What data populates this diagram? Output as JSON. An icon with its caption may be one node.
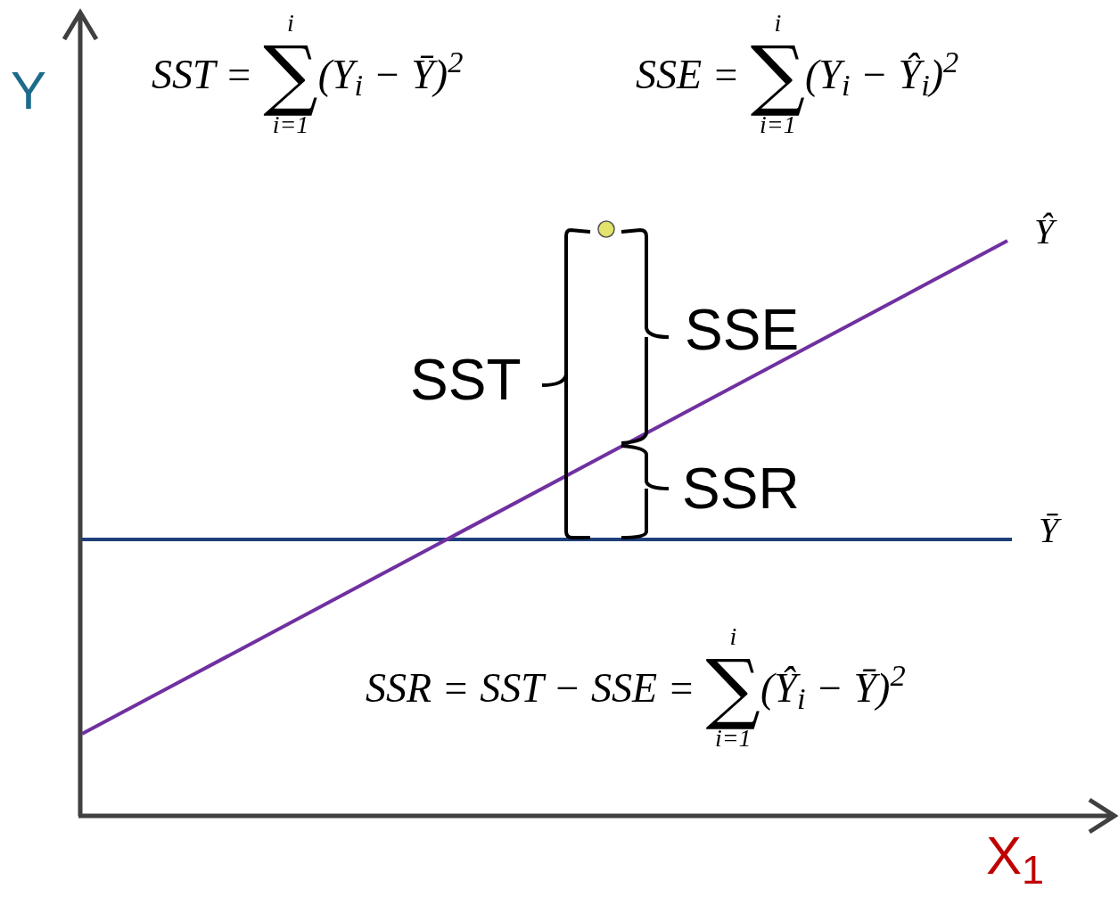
{
  "diagram": {
    "labels": [
      "SST =",
      "i",
      "∑",
      "i=1",
      "(Y$_{i}$ − Ȳ)$^{2}$",
      "SSE =",
      "i",
      "∑",
      "i=1",
      "(Y$_{i}$ − Ŷ$_{i}$)$^{2}$",
      "SSR = SST − SSE =",
      "i",
      "∑",
      "i=1",
      "(Ŷ$_{i}$ − Ȳ)$^{2}$",
      "Y",
      "Ŷ",
      "SSE",
      "SST",
      "SSR",
      "Ȳ",
      "X$_{1}$"
    ]
  }
}
